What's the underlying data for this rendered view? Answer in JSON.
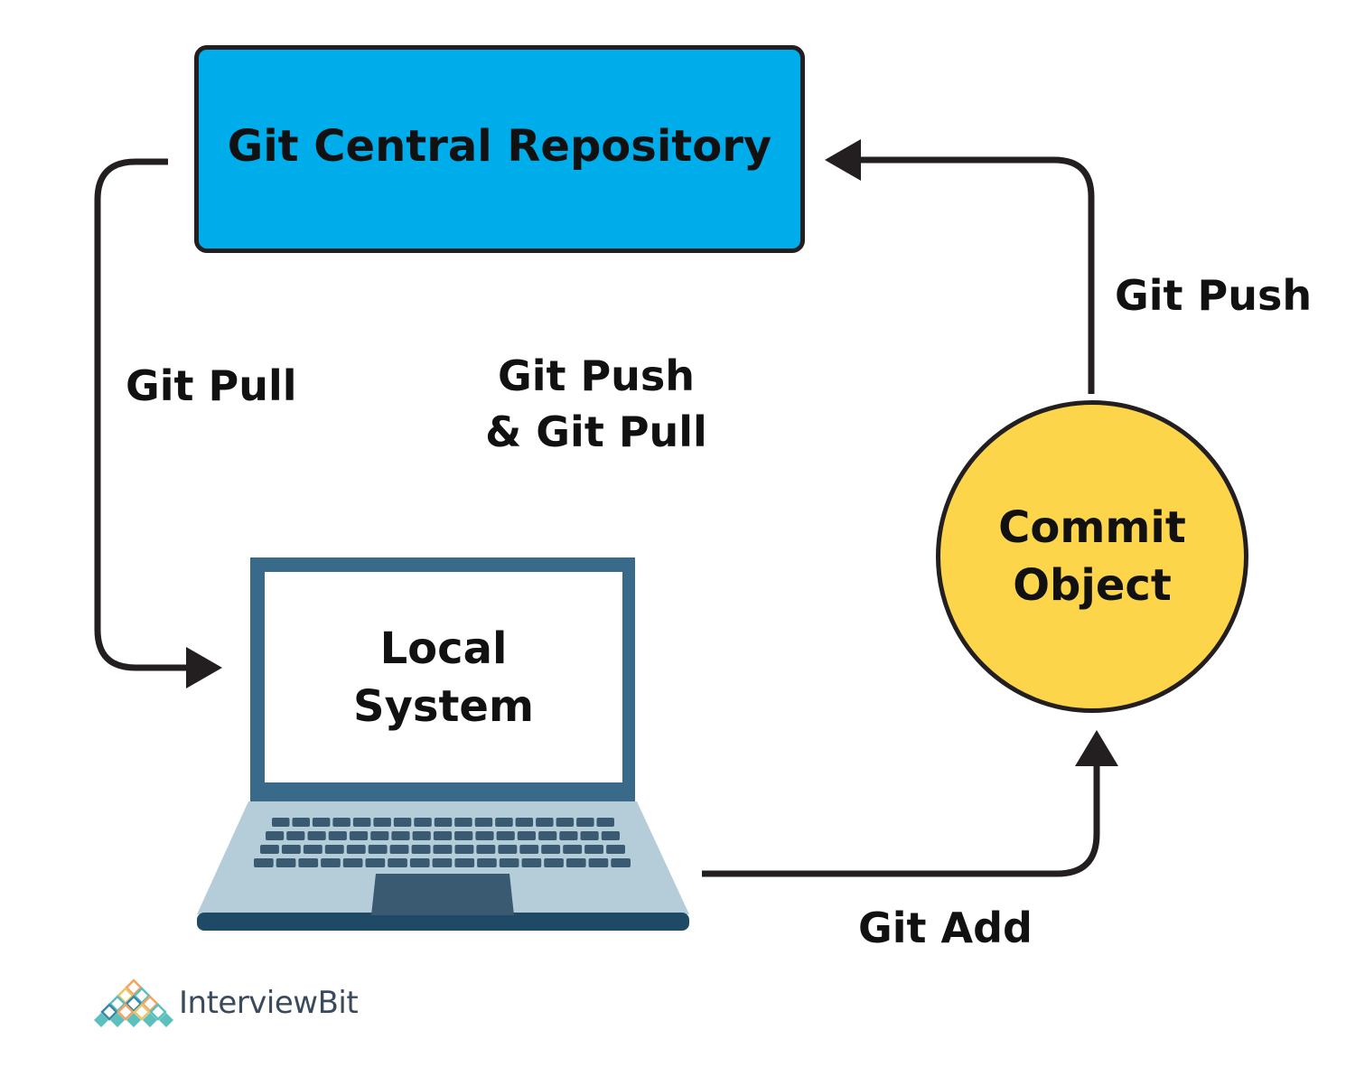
{
  "colors": {
    "repo_fill": "#00ADEB",
    "commit_fill": "#FDD54B",
    "laptop_frame": "#3A6A8A",
    "laptop_base": "#B4CDD9",
    "laptop_keys": "#3A5A72",
    "line": "#231F20",
    "logo_text": "#3A4A5C"
  },
  "nodes": {
    "repository": {
      "label": "Git Central Repository"
    },
    "commit": {
      "lines": [
        "Commit",
        "Object"
      ]
    },
    "local": {
      "lines": [
        "Local",
        "System"
      ]
    }
  },
  "edges": {
    "pull": {
      "label": "Git Pull"
    },
    "push": {
      "label": "Git Push"
    },
    "add": {
      "label": "Git Add"
    },
    "push_pull": {
      "lines": [
        "Git Push",
        "& Git Pull"
      ]
    }
  },
  "brand": {
    "name": "InterviewBit"
  },
  "icons": {
    "laptop": "laptop-icon",
    "logo": "interviewbit-logo-icon"
  }
}
